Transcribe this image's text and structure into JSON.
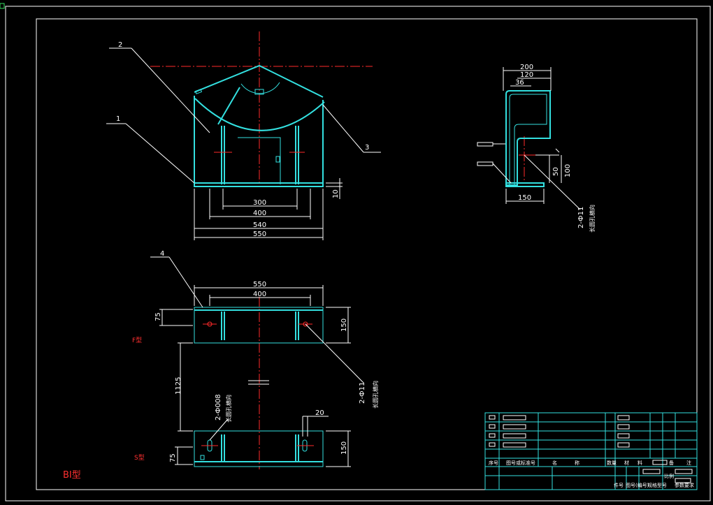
{
  "drawing": {
    "background": "#000000",
    "outline_color": "#33e0e0",
    "centerline_color": "#ff2a2a",
    "dim_color": "#ffffff",
    "balloons": [
      "1",
      "2",
      "3",
      "4"
    ],
    "front_dims": {
      "d300": "300",
      "d400": "400",
      "d540": "540",
      "d550": "550",
      "d10": "10"
    },
    "side_dims": {
      "d200": "200",
      "d120": "120",
      "d36": "36",
      "d150": "150",
      "d50": "50",
      "d100": "100"
    },
    "side_note": {
      "qty": "2-Ф11",
      "desc": "长圆孔横向"
    },
    "plan_dims": {
      "d550": "550",
      "d400": "400",
      "d75a": "75",
      "d150a": "150",
      "d1125": "1125",
      "d75b": "75",
      "d150b": "150",
      "d20": "20"
    },
    "plan_note_right": {
      "qty": "2-Ф11",
      "desc": "长圆孔横向"
    },
    "plan_note_left": {
      "qty": "2-Ф008",
      "desc": "长圆孔横向"
    },
    "labels": {
      "f_type": "F型",
      "s_type": "S型",
      "model": "BI型"
    },
    "title_block": {
      "head1": "序号",
      "head2": "图号或标准号",
      "head3": "名",
      "head4": "称",
      "head5": "数量",
      "head6": "材",
      "head7": "料",
      "head8": "备",
      "head9": "注",
      "bottom1": "件号",
      "bottom2": "图号(编号)",
      "bottom3": "规格型号",
      "bottom4": "参数要求",
      "mark": "比例"
    }
  }
}
